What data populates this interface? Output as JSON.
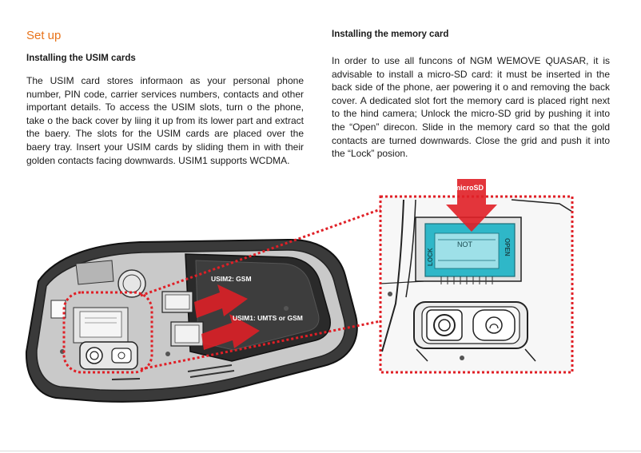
{
  "section_title": "Set up",
  "usim": {
    "heading": "Installing the USIM cards",
    "body": "The USIM card stores informaon as your personal phone number, PIN code, carrier services numbers, contacts and other important details. To access the USIM slots, turn o the phone, take o the back cover by liing it up from its lower part and extract the baery. The slots for the USIM cards are placed over the baery tray. Insert your USIM cards by sliding them in with their golden contacts facing downwards. USIM1 supports WCDMA."
  },
  "memory": {
    "heading": "Installing the memory card",
    "body": "In order to use all funcons of NGM WEMOVE QUASAR, it is advisable to install a micro-SD card: it must be inserted in the back side of the phone, aer powering it o and removing the back cover. A dedicated slot fort the memory card is placed right next to the hind camera; Unlock the micro-SD grid by pushing it into the “Open” direcon. Slide in the memory card so that the gold contacts are turned downwards. Close the grid and push it into the “Lock” posion."
  },
  "figure": {
    "label_usim2": "USIM2: GSM",
    "label_usim1": "USIM1: UMTS or GSM",
    "label_microsd": "microSD",
    "tray_lock": "LOCK",
    "tray_open": "OPEN",
    "tray_brand": "NOT"
  },
  "colors": {
    "accent": "#e8731a",
    "highlight_red": "#e01f26",
    "tray_cyan": "#2fb7c8"
  }
}
